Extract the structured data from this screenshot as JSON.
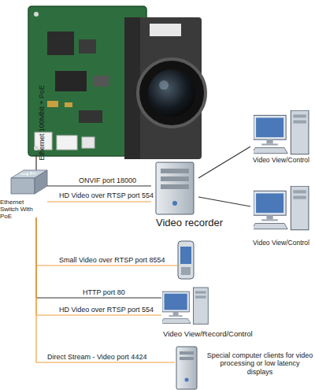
{
  "diagram": {
    "nodes": [
      {
        "text": [
          "Ethernet Switch With PoE"
        ]
      },
      {
        "text": [
          "Video recorder"
        ]
      },
      {
        "text": [
          "Video View/Control"
        ]
      },
      {
        "text": [
          "Video View/Control"
        ]
      },
      {
        "text": [
          "Video View/Record/Control"
        ]
      },
      {
        "text": [
          "Special computer clients for video processing or low latency displays"
        ]
      }
    ],
    "edges": [
      {
        "from": 0,
        "to": 1,
        "arrow": "none",
        "label": "ONVIF port 18000"
      },
      {
        "from": 0,
        "to": 1,
        "arrow": "none",
        "label": "HD Video over RTSP port 554"
      },
      {
        "from": 0,
        "to": 4,
        "arrow": "none",
        "label": "HTTP port 80"
      },
      {
        "from": 0,
        "to": 4,
        "arrow": "none",
        "label": "HD Video over RTSP port 554"
      },
      {
        "from": 0,
        "to": 5,
        "arrow": "none",
        "label": "Direct Stream - Video port 4424"
      },
      {
        "from": 1,
        "to": 2,
        "arrow": "none"
      },
      {
        "from": 1,
        "to": 3,
        "arrow": "none"
      }
    ],
    "labels": [
      "Ethernet 100Mbit + PoE",
      "Small Video over RTSP port 8554"
    ]
  }
}
